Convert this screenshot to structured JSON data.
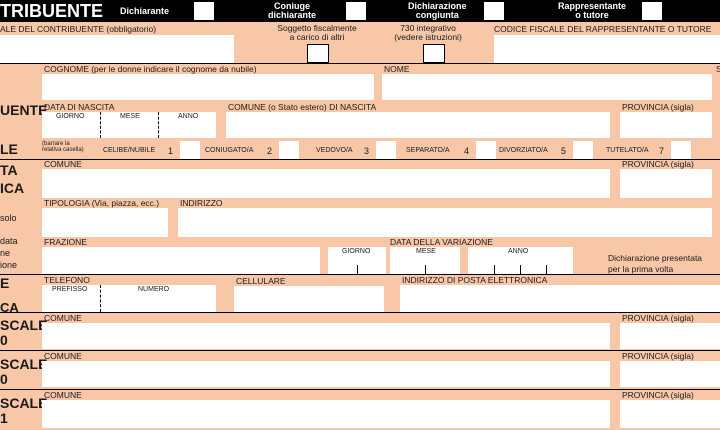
{
  "header": {
    "title": "TRIBUENTE",
    "dichiarante": "Dichiarante",
    "coniuge": "Coniuge\ndichiarante",
    "congiunta": "Dichiarazione\ncongiunta",
    "rappresentante": "Rappresentante\no tutore"
  },
  "top_row": {
    "codice_fiscale": "ALE DEL CONTRIBUENTE (obbligatorio)",
    "soggetto": "Soggetto fiscalmente\na carico di altri",
    "integrativo": "730 integrativo\n(vedere istruzioni)",
    "rappresentante": "CODICE FISCALE DEL RAPPRESENTANTE O TUTORE"
  },
  "dati": {
    "side_1": "UENTE",
    "side_2": "LE",
    "cognome": "COGNOME (per le donne indicare il cognome da nubile)",
    "nome": "NOME",
    "edge_s": "S",
    "data_nascita": "DATA DI NASCITA",
    "giorno": "GIORNO",
    "mese": "MESE",
    "anno": "ANNO",
    "comune_nascita": "COMUNE (o Stato estero) DI NASCITA",
    "provincia": "PROVINCIA (sigla)",
    "barrare": "(barrare la\nrelativa casella)",
    "stati": [
      {
        "label": "CELIBE/NUBILE",
        "num": "1"
      },
      {
        "label": "CONIUGATO/A",
        "num": "2"
      },
      {
        "label": "VEDOVO/A",
        "num": "3"
      },
      {
        "label": "SEPARATO/A",
        "num": "4"
      },
      {
        "label": "DIVORZIATO/A",
        "num": "5"
      },
      {
        "label": "TUTELATO/A",
        "num": "7"
      }
    ]
  },
  "residenza": {
    "side_1": "TA",
    "side_2": "ICA",
    "side_3": "solo",
    "side_4": "data\nne\nione",
    "comune": "COMUNE",
    "provincia": "PROVINCIA (sigla)",
    "tipologia": "TIPOLOGIA (Via, piazza, ecc.)",
    "indirizzo": "INDIRIZZO",
    "frazione": "FRAZIONE",
    "data_variazione": "DATA DELLA VARIAZIONE",
    "giorno": "GIORNO",
    "mese": "MESE",
    "anno": "ANNO",
    "dichiarazione": "Dichiarazione presentata\nper la prima volta"
  },
  "contatti": {
    "side_1": "E",
    "side_2": "CA",
    "telefono": "TELEFONO",
    "prefisso": "PREFISSO",
    "numero": "NUMERO",
    "cellulare": "CELLULARE",
    "email": "INDIRIZZO DI POSTA ELETTRONICA"
  },
  "domicilio": [
    {
      "side_a": "SCALE",
      "side_b": "0",
      "comune": "COMUNE",
      "provincia": "PROVINCIA (sigla)"
    },
    {
      "side_a": "SCALE",
      "side_b": "0",
      "comune": "COMUNE",
      "provincia": "PROVINCIA (sigla)"
    },
    {
      "side_a": "SCALE",
      "side_b": "1",
      "comune": "COMUNE",
      "provincia": "PROVINCIA (sigla)"
    }
  ]
}
